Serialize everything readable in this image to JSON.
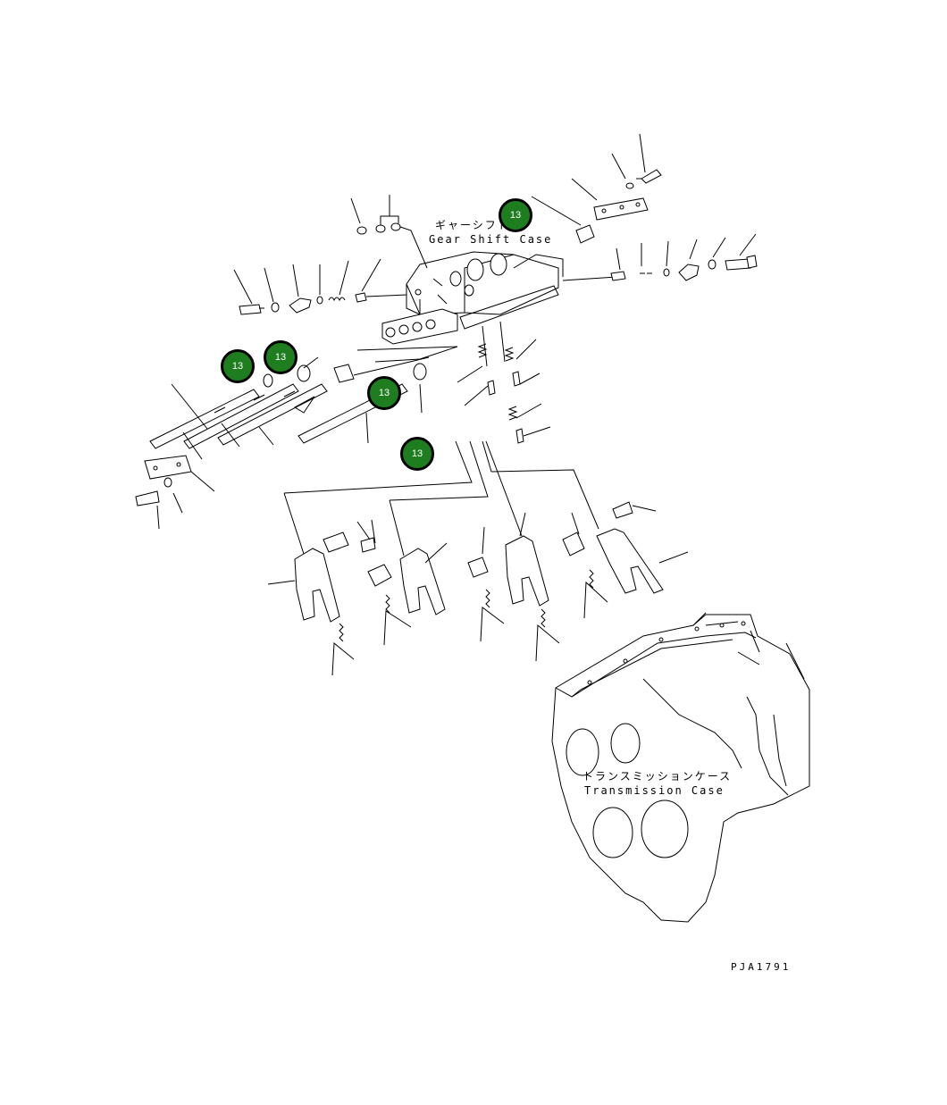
{
  "labels": {
    "gear_shift_case_jp": "ギャーシフト",
    "gear_shift_case_en": "Gear Shift Case",
    "transmission_case_jp": "トランスミッションケース",
    "transmission_case_en": "Transmission Case",
    "drawing_code": "PJA1791"
  },
  "markers": [
    {
      "label": "13"
    },
    {
      "label": "13"
    },
    {
      "label": "13"
    },
    {
      "label": "13"
    },
    {
      "label": "13"
    }
  ],
  "colors": {
    "marker_fill": "#1e7d1e",
    "marker_border": "#000000",
    "line": "#000000",
    "background": "#ffffff"
  }
}
